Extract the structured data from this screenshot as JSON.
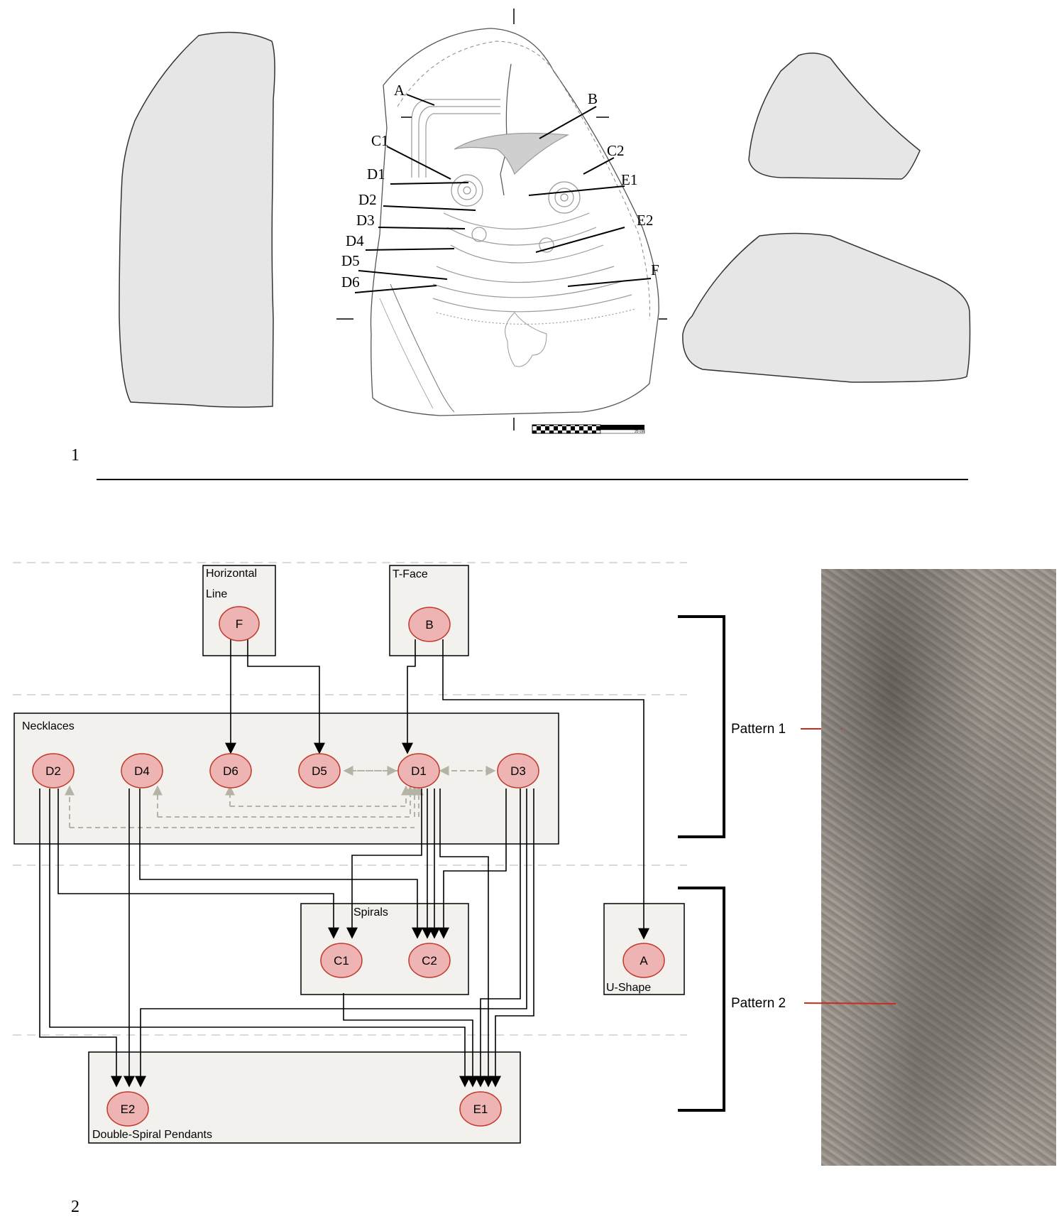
{
  "panel1": {
    "label": "1",
    "labels": {
      "A": "A",
      "B": "B",
      "C1": "C1",
      "C2": "C2",
      "D1": "D1",
      "D2": "D2",
      "D3": "D3",
      "D4": "D4",
      "D5": "D5",
      "D6": "D6",
      "E1": "E1",
      "E2": "E2",
      "F": "F"
    },
    "scale_text": "20 cm"
  },
  "panel2": {
    "label": "2",
    "groups": {
      "horizontal_line": "Horizontal Line",
      "horizontal_line_1": "Horizontal",
      "horizontal_line_2": "Line",
      "t_face": "T-Face",
      "necklaces": "Necklaces",
      "spirals": "Spirals",
      "u_shape": "U-Shape",
      "pendants": "Double-Spiral Pendants"
    },
    "nodes": {
      "F": "F",
      "B": "B",
      "D2": "D2",
      "D4": "D4",
      "D6": "D6",
      "D5": "D5",
      "D1": "D1",
      "D3": "D3",
      "C1": "C1",
      "C2": "C2",
      "A": "A",
      "E2": "E2",
      "E1": "E1"
    },
    "patterns": {
      "p1": "Pattern 1",
      "p2": "Pattern 2"
    }
  },
  "colors": {
    "node_fill": "#eeb4b4",
    "node_stroke": "#c0392b",
    "box_fill": "#f3f1ee",
    "silhouette": "#e6e6e6",
    "pattern_marker": "#cc2a1a",
    "dependency_dashed": "#b5b2a6"
  }
}
